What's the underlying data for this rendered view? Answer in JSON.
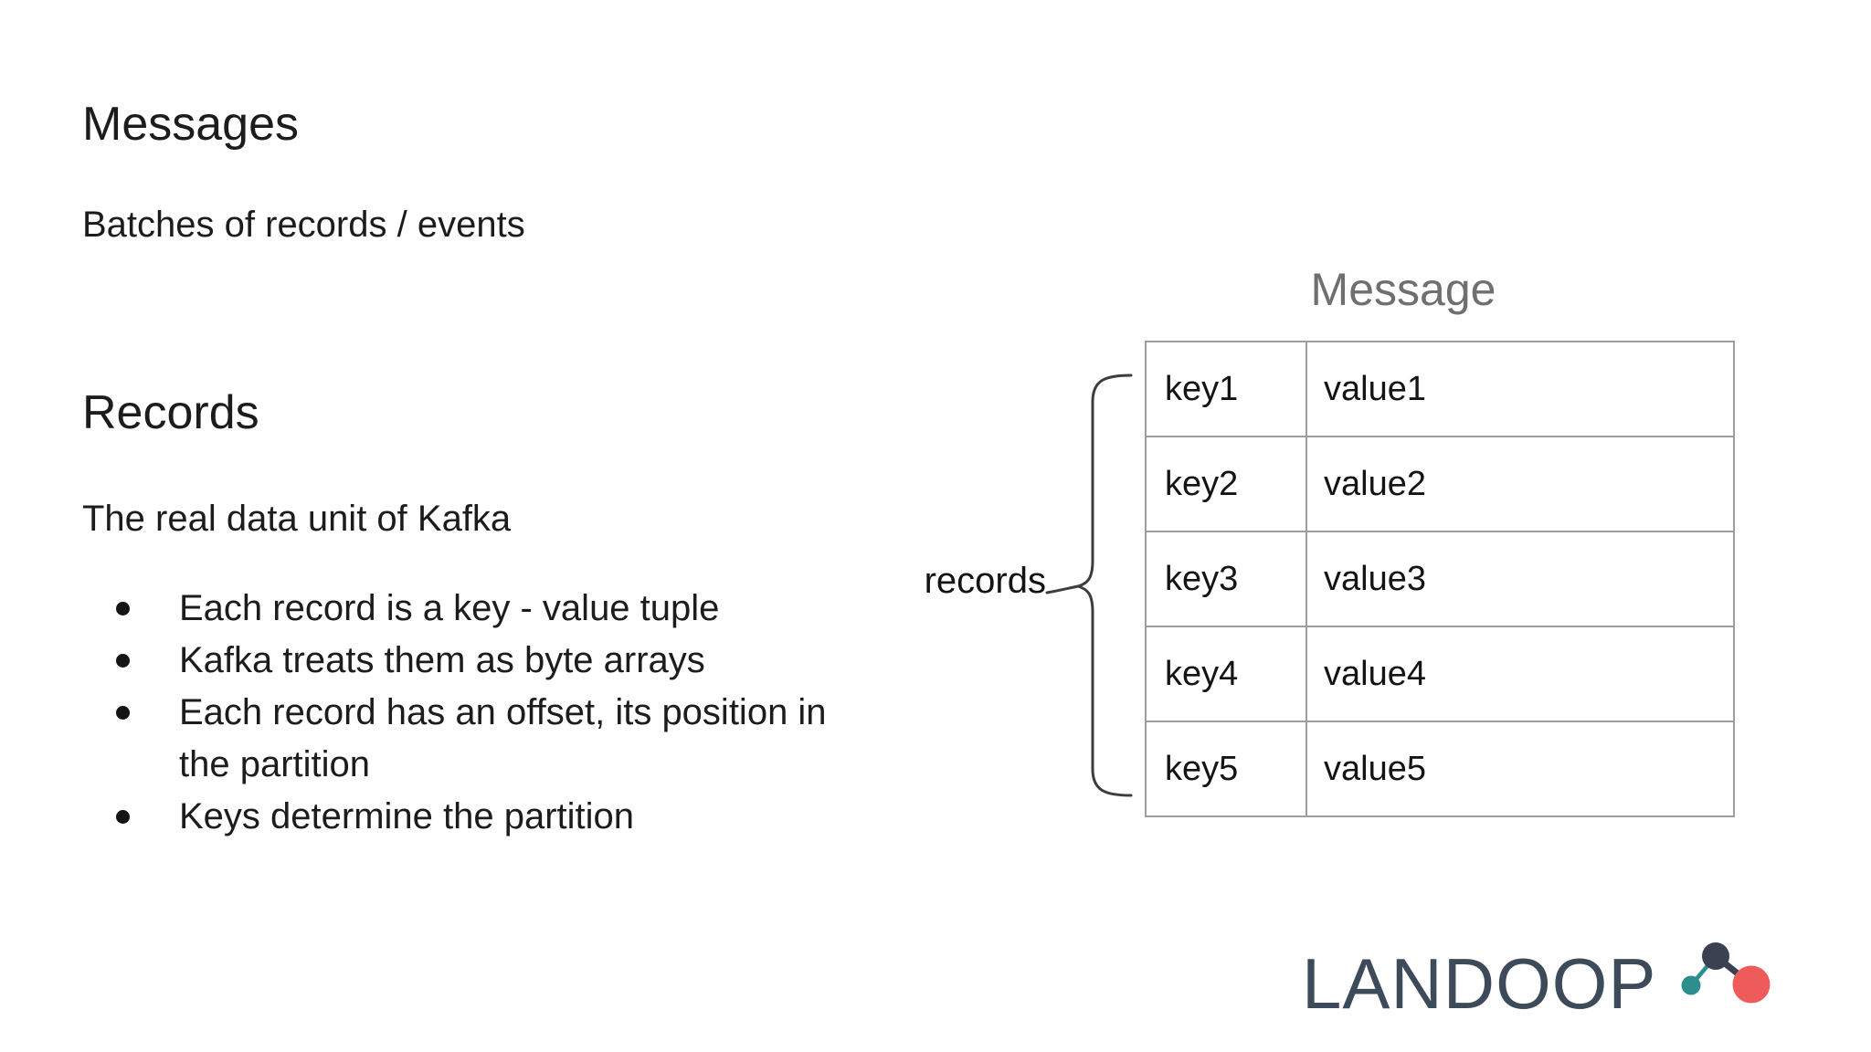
{
  "slide": {
    "background": "#ffffff",
    "sections": {
      "messages": {
        "heading": "Messages",
        "subtitle": "Batches of records / events"
      },
      "records": {
        "heading": "Records",
        "subtitle": "The real data unit of Kafka",
        "bullets": [
          "Each record is a key - value tuple",
          "Kafka treats them as byte arrays",
          "Each record has an offset, its position in the partition",
          "Keys determine the partition"
        ]
      }
    },
    "diagram": {
      "title": "Message",
      "brace_label": "records",
      "table": {
        "rows": [
          {
            "key": "key1",
            "value": "value1"
          },
          {
            "key": "key2",
            "value": "value2"
          },
          {
            "key": "key3",
            "value": "value3"
          },
          {
            "key": "key4",
            "value": "value4"
          },
          {
            "key": "key5",
            "value": "value5"
          }
        ]
      }
    },
    "logo": {
      "text": "LANDOOP",
      "icon": "molecule-icon",
      "colors": {
        "wordmark": "#3d4a5a",
        "teal": "#2d8e8e",
        "dark": "#3a4150",
        "red": "#ef5b5b"
      }
    },
    "colors": {
      "body_text": "#1c1c1c",
      "diagram_title_gray": "#6f6f6f",
      "table_border": "#9e9e9e",
      "brace": "#3d3d3d"
    }
  }
}
